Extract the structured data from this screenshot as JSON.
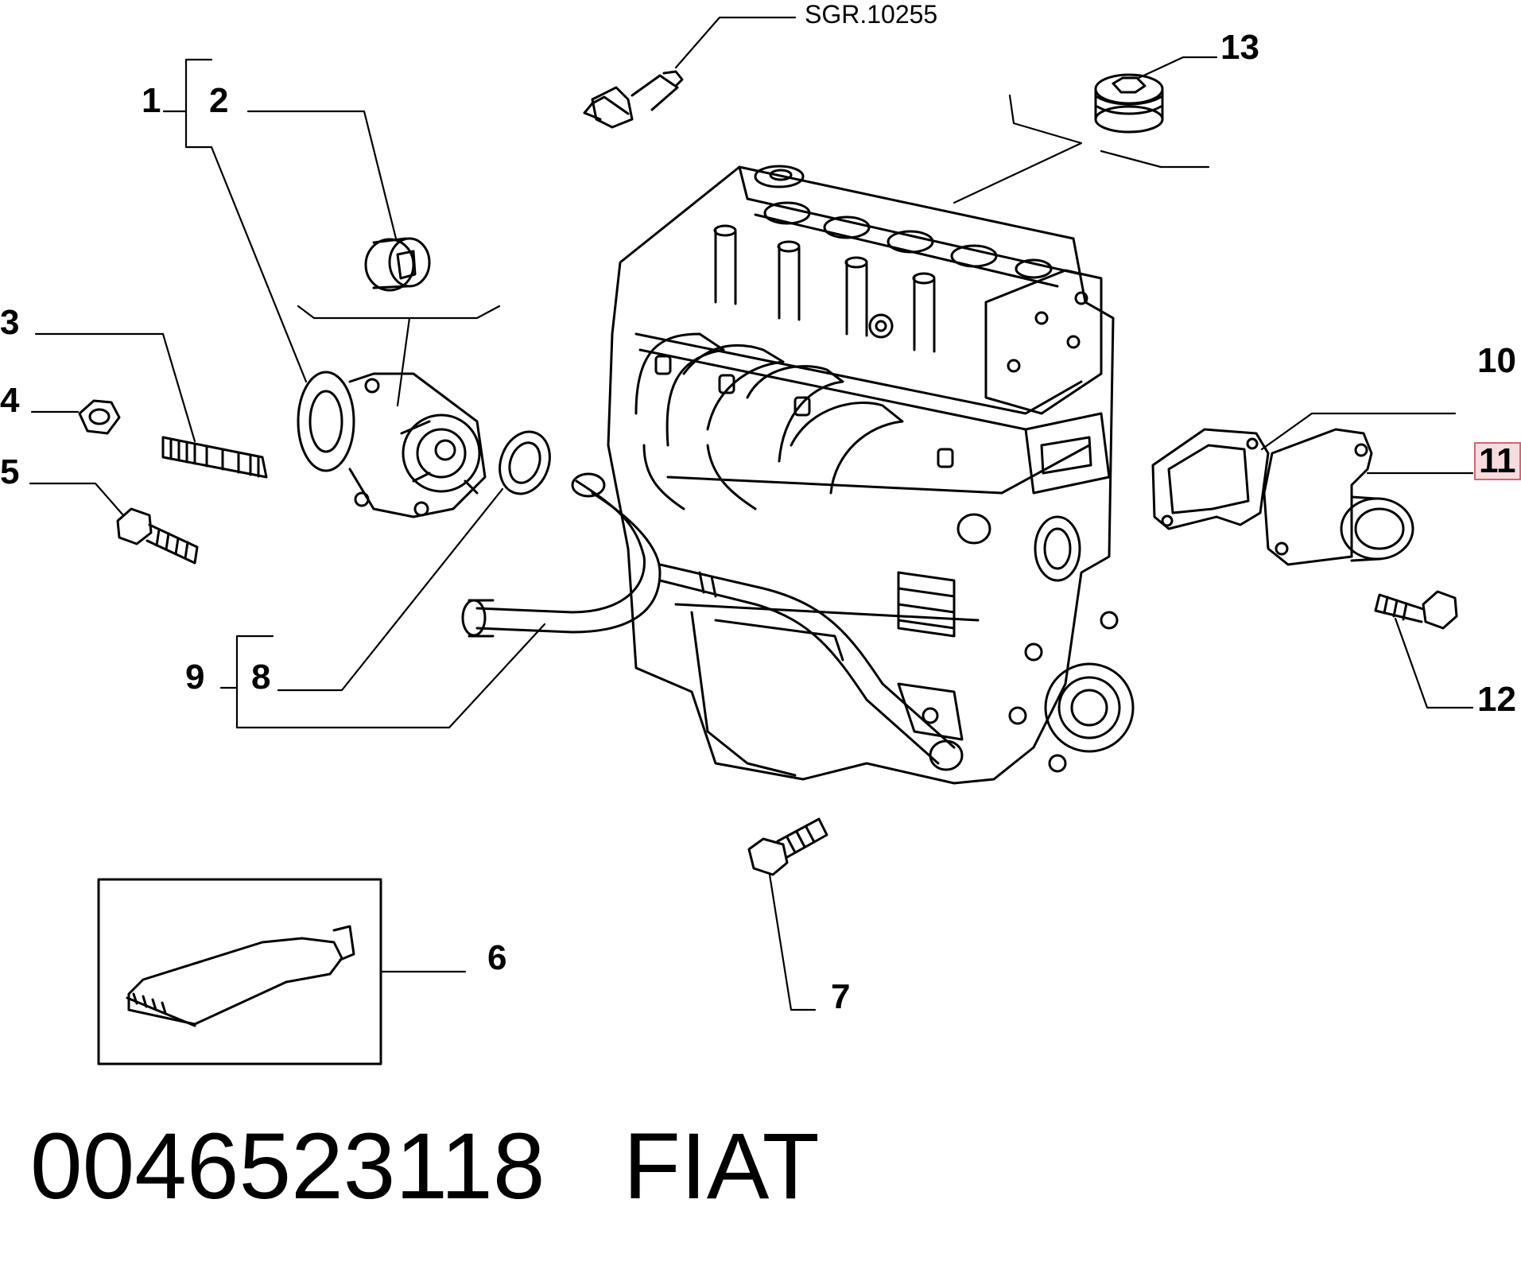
{
  "labels": {
    "c1": "1",
    "c2": "2",
    "c3": "3",
    "c4": "4",
    "c5": "5",
    "c6": "6",
    "c7": "7",
    "c8": "8",
    "c9": "9",
    "c10": "10",
    "c11": "11",
    "c12": "12",
    "c13": "13",
    "sgr": "SGR.10255"
  },
  "highlighted_callout": "11",
  "colors": {
    "highlight_fill": "#f6dcdf",
    "highlight_border": "#d9646e",
    "ink": "#000000"
  },
  "caption": {
    "part_number": "0046523118",
    "brand": "FIAT"
  }
}
